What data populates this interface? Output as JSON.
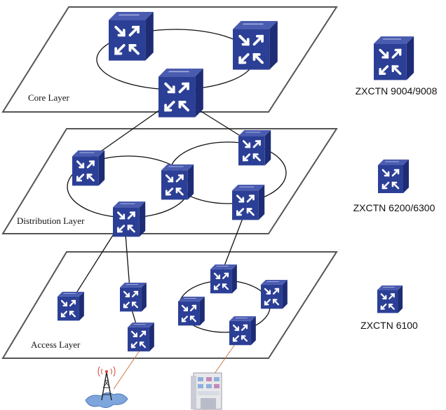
{
  "layers": {
    "core": "Core Layer",
    "distribution": "Distribution Layer",
    "access": "Access Layer"
  },
  "legend": [
    {
      "model": "ZXCTN 9004/9008",
      "device_class": "large"
    },
    {
      "model": "ZXCTN 6200/6300",
      "device_class": "medium"
    },
    {
      "model": "ZXCTN 6100",
      "device_class": "small"
    }
  ],
  "endpoints": {
    "left": "radio-tower-icon",
    "right": "office-building-icon"
  },
  "colors": {
    "device_front": "#2c3f96",
    "device_top": "#4a5cb0",
    "device_side": "#1d2c74",
    "plane_border": "#555555",
    "feed_line": "#c8703a"
  }
}
